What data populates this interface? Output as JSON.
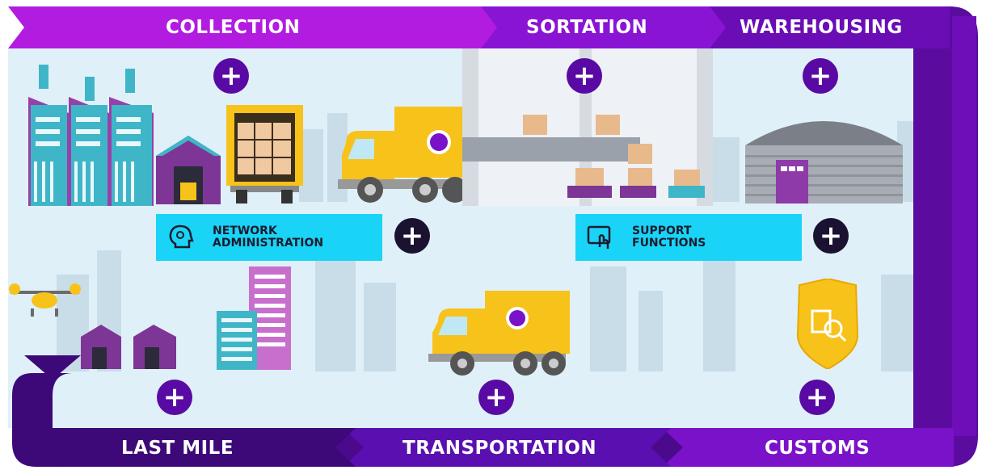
{
  "stages_top": [
    {
      "id": "collection",
      "label": "COLLECTION"
    },
    {
      "id": "sortation",
      "label": "SORTATION"
    },
    {
      "id": "warehousing",
      "label": "WAREHOUSING"
    }
  ],
  "stages_bottom": [
    {
      "id": "last-mile",
      "label": "LAST MILE"
    },
    {
      "id": "transportation",
      "label": "TRANSPORTATION"
    },
    {
      "id": "customs",
      "label": "CUSTOMS"
    }
  ],
  "functions": [
    {
      "id": "network-administration",
      "line1": "NETWORK",
      "line2": "ADMINISTRATION",
      "icon": "head-gear-icon"
    },
    {
      "id": "support-functions",
      "line1": "SUPPORT",
      "line2": "FUNCTIONS",
      "icon": "tablet-touch-icon"
    }
  ],
  "expand_symbol": "+",
  "colors": {
    "purple_dark": "#4b0a8c",
    "purple_mid": "#7a12c9",
    "purple_light": "#b21ce0",
    "magenta": "#a818d6",
    "cyan": "#19d4f6",
    "sky": "#dff0f8",
    "yellow": "#f7c21a",
    "teal": "#3fb6c8",
    "plus_purple": "#5a0aa4",
    "plus_dark": "#1a1230"
  }
}
